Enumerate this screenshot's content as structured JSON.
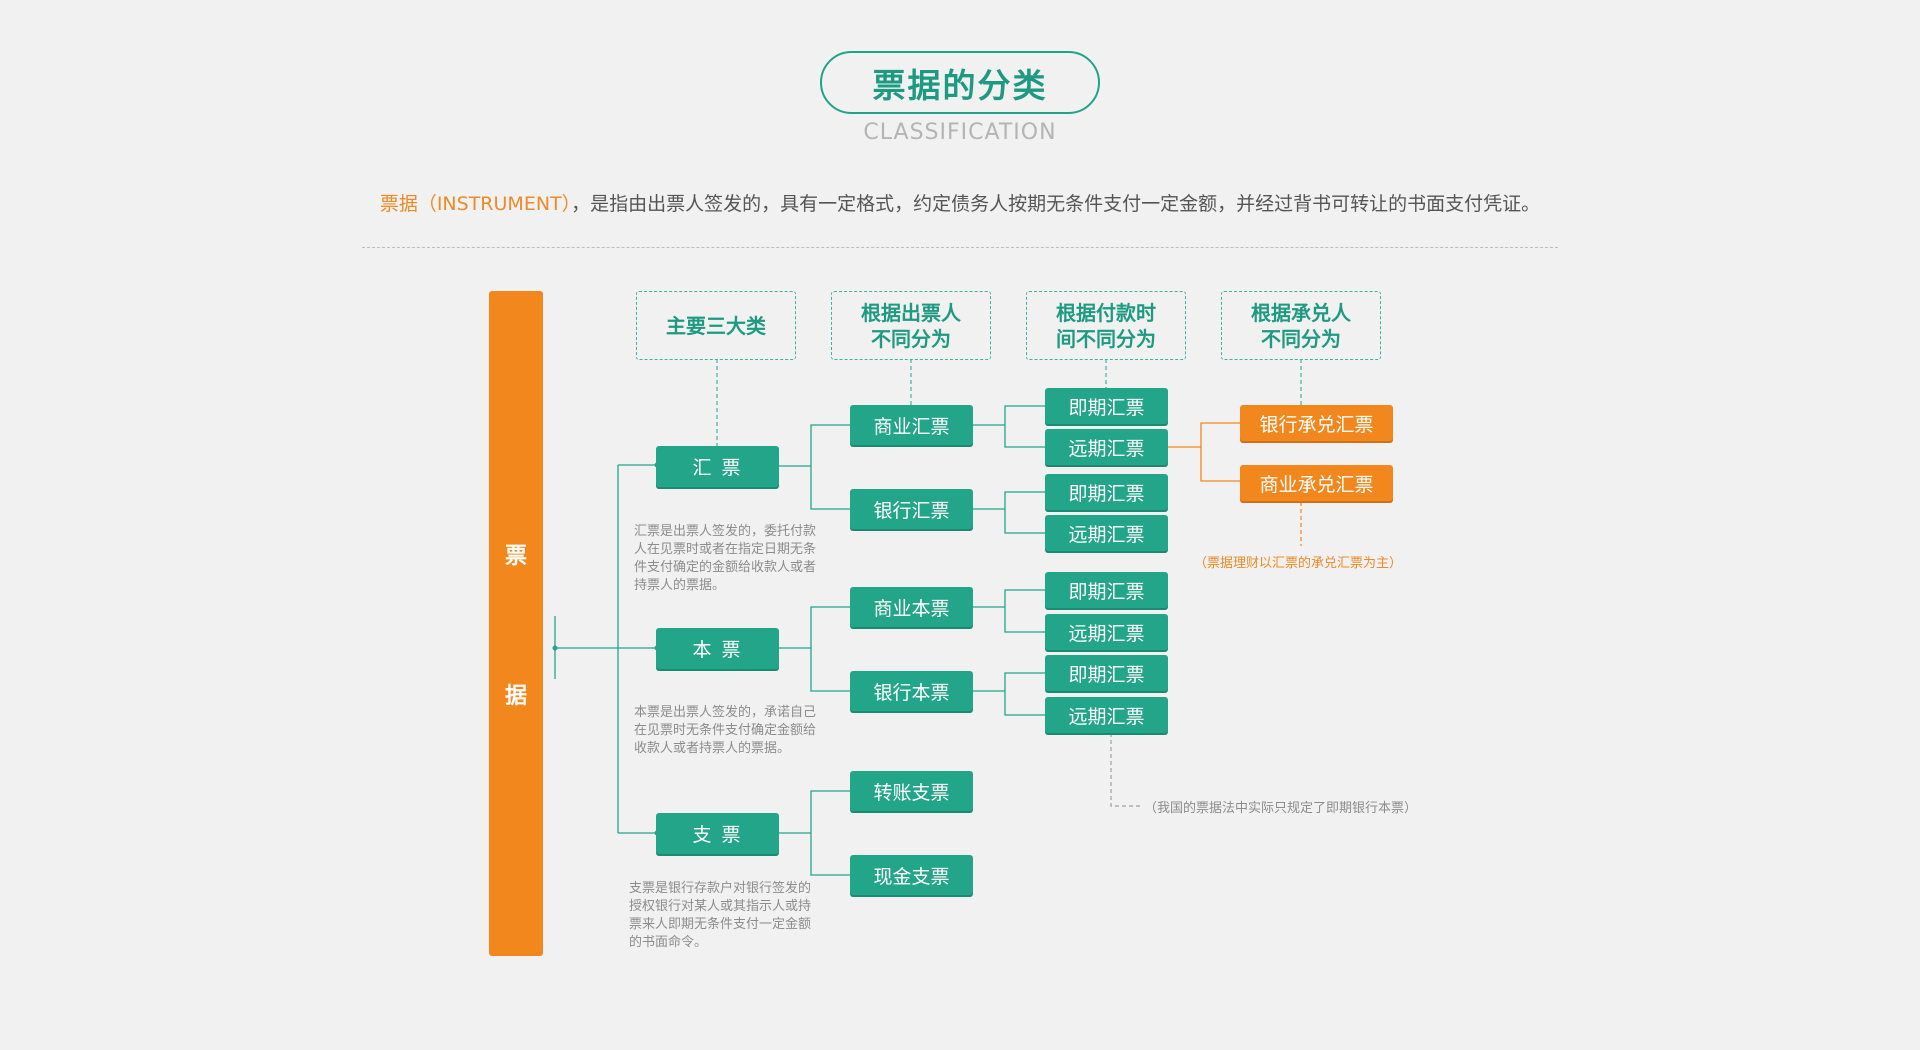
{
  "header": {
    "title": "票据的分类",
    "subtitle": "CLASSIFICATION"
  },
  "intro": {
    "term": "票据（INSTRUMENT）",
    "text": "，是指由出票人签发的，具有一定格式，约定债务人按期无条件支付一定金额，并经过背书可转让的书面支付凭证。"
  },
  "root": {
    "char1": "票",
    "char2": "据"
  },
  "column_heads": {
    "main": "主要三大类",
    "drawer_line1": "根据出票人",
    "drawer_line2": "不同分为",
    "payment_line1": "根据付款时",
    "payment_line2": "间不同分为",
    "acceptor_line1": "根据承兑人",
    "acceptor_line2": "不同分为"
  },
  "categories": {
    "huipiao": {
      "label": "汇  票",
      "desc": "汇票是出票人签发的，委托付款人在见票时或者在指定日期无条件支付确定的金额给收款人或者持票人的票据。",
      "commercial": {
        "label": "商业汇票",
        "sight": "即期汇票",
        "term": "远期汇票"
      },
      "bank": {
        "label": "银行汇票",
        "sight": "即期汇票",
        "term": "远期汇票"
      }
    },
    "benpiao": {
      "label": "本  票",
      "desc": "本票是出票人签发的，承诺自己在见票时无条件支付确定金额给收款人或者持票人的票据。",
      "commercial": {
        "label": "商业本票",
        "sight": "即期汇票",
        "term": "远期汇票"
      },
      "bank": {
        "label": "银行本票",
        "sight": "即期汇票",
        "term": "远期汇票"
      }
    },
    "zhipiao": {
      "label": "支  票",
      "desc": "支票是银行存款户对银行签发的授权银行对某人或其指示人或持票来人即期无条件支付一定金额的书面命令。",
      "transfer": "转账支票",
      "cash": "现金支票"
    }
  },
  "acceptance": {
    "bank": "银行承兑汇票",
    "commercial": "商业承兑汇票",
    "note": "（票据理财以汇票的承兑汇票为主）"
  },
  "law_note": "（我国的票据法中实际只规定了即期银行本票）",
  "colors": {
    "green": "#23a58a",
    "orange": "#f2871d",
    "background": "#f1f1f1"
  }
}
